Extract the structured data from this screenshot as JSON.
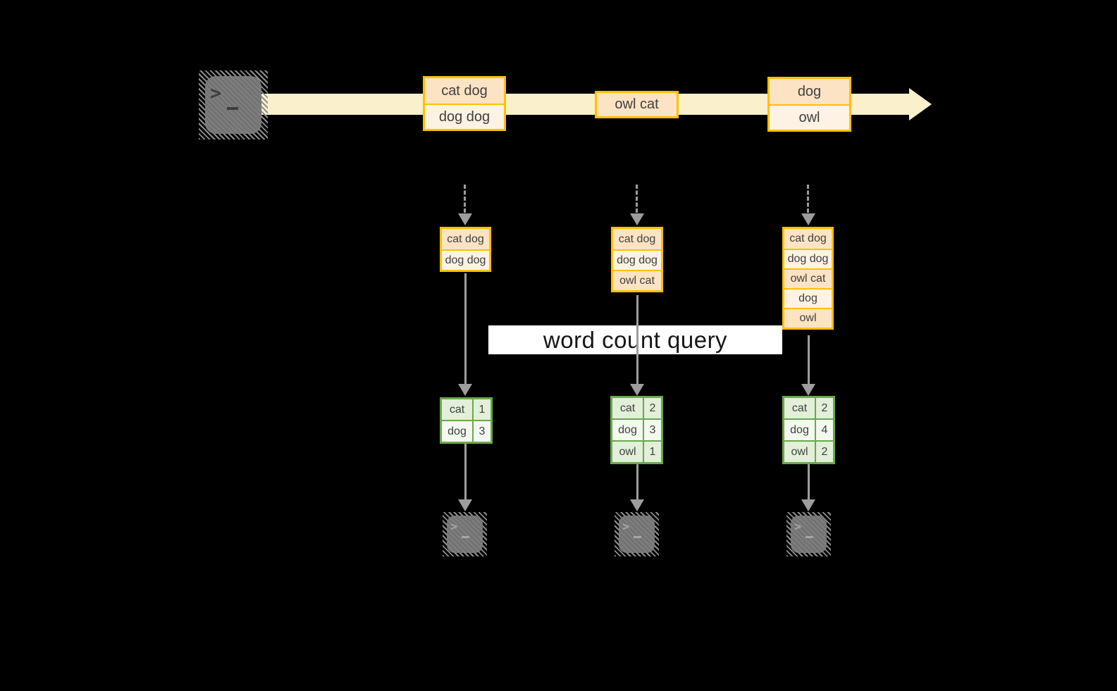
{
  "diagram": {
    "query_label": "word count query",
    "stream_events": [
      {
        "lines": [
          "cat dog",
          "dog dog"
        ]
      },
      {
        "lines": [
          "owl cat"
        ]
      },
      {
        "lines": [
          "dog",
          "owl"
        ]
      }
    ],
    "state_buffers": [
      {
        "lines": [
          "cat dog",
          "dog dog"
        ]
      },
      {
        "lines": [
          "cat dog",
          "dog dog",
          "owl cat"
        ]
      },
      {
        "lines": [
          "cat dog",
          "dog dog",
          "owl cat",
          "dog",
          "owl"
        ]
      }
    ],
    "count_tables": [
      {
        "rows": [
          {
            "word": "cat",
            "count": "1"
          },
          {
            "word": "dog",
            "count": "3"
          }
        ]
      },
      {
        "rows": [
          {
            "word": "cat",
            "count": "2"
          },
          {
            "word": "dog",
            "count": "3"
          },
          {
            "word": "owl",
            "count": "1"
          }
        ]
      },
      {
        "rows": [
          {
            "word": "cat",
            "count": "2"
          },
          {
            "word": "dog",
            "count": "4"
          },
          {
            "word": "owl",
            "count": "2"
          }
        ]
      }
    ],
    "colors": {
      "background": "#000000",
      "stream_fill": "#faf0cb",
      "box_border": "#ffc000",
      "box_cell_dark": "#fce3c4",
      "box_cell_light": "#fdf2e3",
      "table_border": "#69a84d",
      "table_row_green": "#e2efd9",
      "table_row_white": "#f3f9ee",
      "arrow_gray": "#9d9d9d",
      "terminal_gray": "#7d7d7d",
      "query_band": "#ffffff"
    }
  }
}
